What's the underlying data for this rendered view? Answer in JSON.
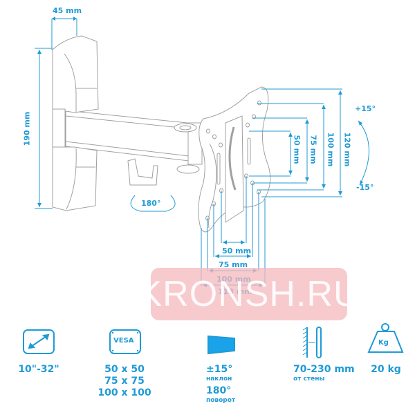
{
  "colors": {
    "accent": "#1f9ad6",
    "line": "#9a9a9a",
    "watermark": "#f4b8bd",
    "background": "#ffffff"
  },
  "dimensions": {
    "wall_plate_width": "45 mm",
    "wall_plate_height": "190 mm",
    "swivel": "180°",
    "tilt_up": "+15°",
    "tilt_down": "-15°",
    "vertical": [
      "50 mm",
      "75 mm",
      "100 mm",
      "120 mm"
    ],
    "horizontal": [
      "50 mm",
      "75 mm",
      "100 mm",
      "113 mm"
    ]
  },
  "watermark": {
    "text": "KRONSH.RU"
  },
  "specs": [
    {
      "icon": "diagonal-screen-icon",
      "lines": [
        "10\"-32\""
      ]
    },
    {
      "icon": "vesa-icon",
      "icon_label": "VESA",
      "lines": [
        "50 x 50",
        "75 x 75",
        "100 x 100"
      ]
    },
    {
      "icon": "tilt-screen-icon",
      "tilt": "±15°",
      "tilt_caption": "наклон",
      "rotate": "180°",
      "rotate_caption": "поворот"
    },
    {
      "icon": "wall-distance-icon",
      "value": "70-230 mm",
      "caption": "от стены"
    },
    {
      "icon": "weight-icon",
      "icon_label": "Kg",
      "value": "20 kg"
    }
  ]
}
